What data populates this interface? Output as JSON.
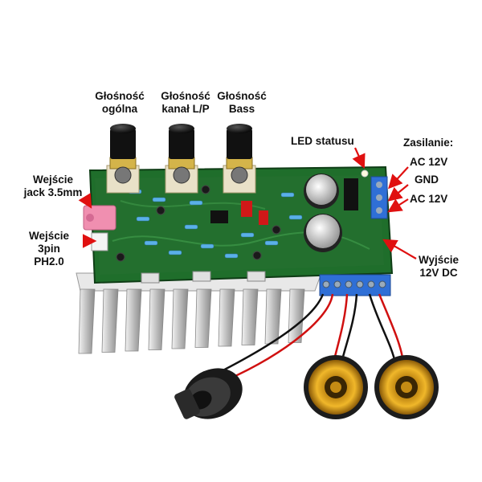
{
  "labels": {
    "knob_volume": [
      "Głośność",
      "ogólna"
    ],
    "knob_lr": [
      "Głośność",
      "kanał L/P"
    ],
    "knob_bass": [
      "Głośność",
      "Bass"
    ],
    "led_status": "LED statusu",
    "power_title": "Zasilanie:",
    "power_ac1": "AC 12V",
    "power_gnd": "GND",
    "power_ac2": "AC 12V",
    "input_jack": [
      "Wejście",
      "jack 3.5mm"
    ],
    "input_3pin": [
      "Wejście",
      "3pin",
      "PH2.0"
    ],
    "output_12v": [
      "Wyjście",
      "12V DC"
    ]
  },
  "colors": {
    "pcb": "#1e6b2a",
    "pcb_dark": "#134d1c",
    "heatsink": "#d9d9d9",
    "terminal": "#2f6fd6",
    "arrow": "#e01010",
    "speaker_gold": "#e0a21a",
    "speaker_dark": "#2b2b2b"
  }
}
